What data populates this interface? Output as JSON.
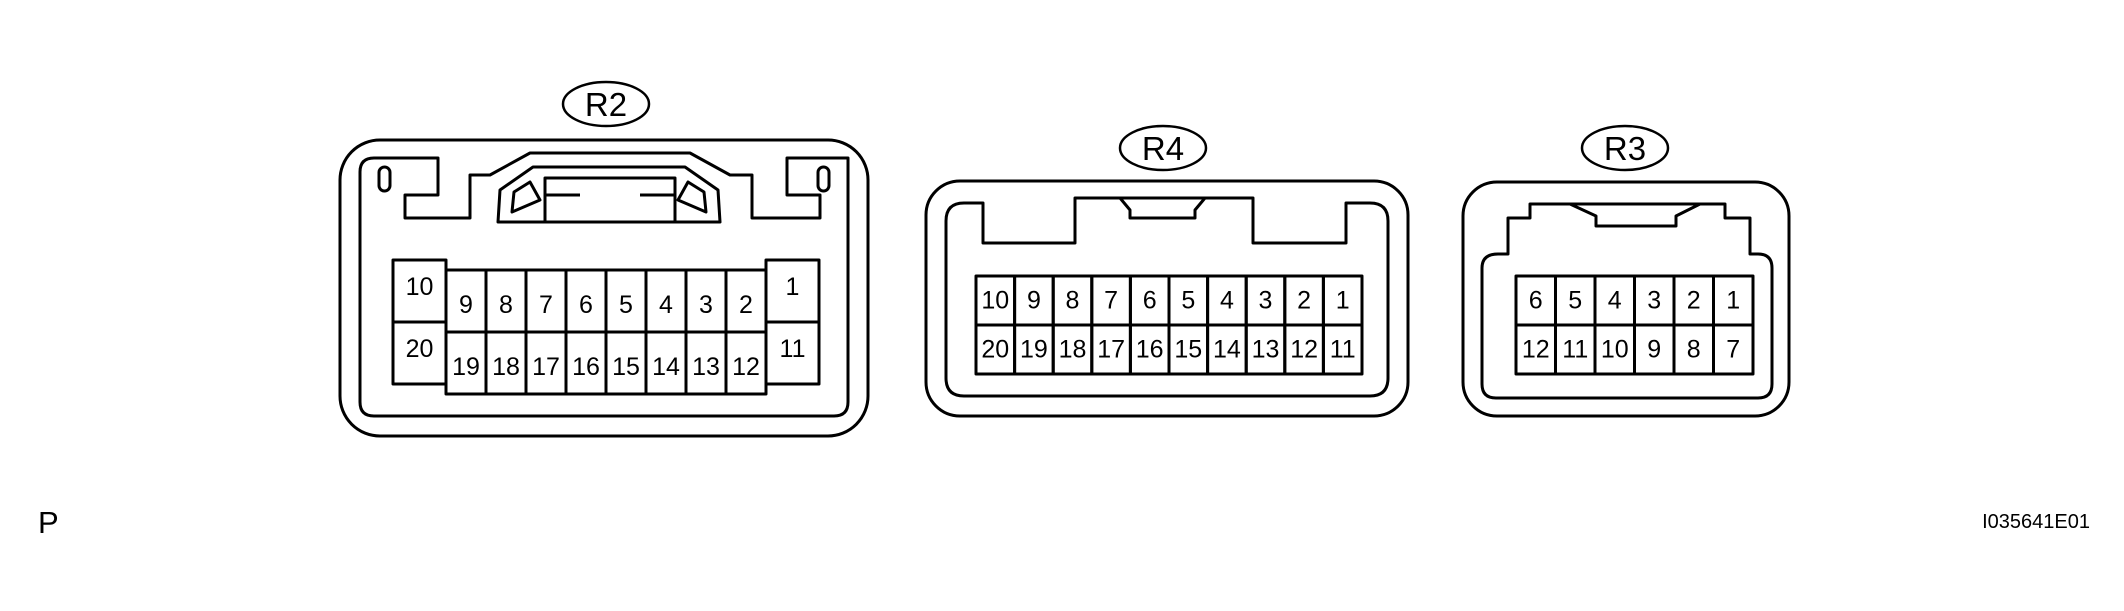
{
  "connectors": [
    {
      "id": "r2",
      "label": "R2",
      "pin_rows": [
        [
          "10",
          "9",
          "8",
          "7",
          "6",
          "5",
          "4",
          "3",
          "2",
          "1"
        ],
        [
          "20",
          "19",
          "18",
          "17",
          "16",
          "15",
          "14",
          "13",
          "12",
          "11"
        ]
      ]
    },
    {
      "id": "r4",
      "label": "R4",
      "pin_rows": [
        [
          "10",
          "9",
          "8",
          "7",
          "6",
          "5",
          "4",
          "3",
          "2",
          "1"
        ],
        [
          "20",
          "19",
          "18",
          "17",
          "16",
          "15",
          "14",
          "13",
          "12",
          "11"
        ]
      ]
    },
    {
      "id": "r3",
      "label": "R3",
      "pin_rows": [
        [
          "6",
          "5",
          "4",
          "3",
          "2",
          "1"
        ],
        [
          "12",
          "11",
          "10",
          "9",
          "8",
          "7"
        ]
      ]
    }
  ],
  "footer": {
    "left_code": "P",
    "figure_id": "I035641E01"
  },
  "colors": {
    "line": "#000000",
    "background": "#ffffff"
  }
}
